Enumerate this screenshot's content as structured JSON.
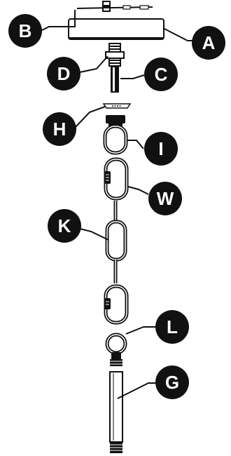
{
  "diagram": {
    "colors": {
      "ink": "#111111",
      "paper": "#ffffff",
      "callout_fill": "#111111",
      "callout_text": "#ffffff"
    },
    "labels": {
      "A": "A",
      "B": "B",
      "C": "C",
      "D": "D",
      "H": "H",
      "I": "I",
      "W": "W",
      "K": "K",
      "L": "L",
      "G": "G"
    }
  }
}
